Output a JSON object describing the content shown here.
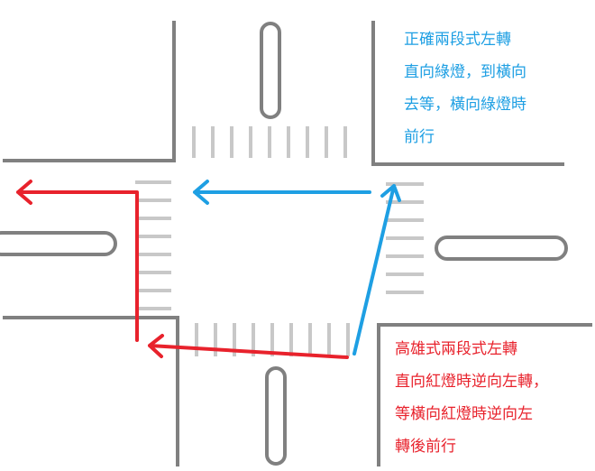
{
  "colors": {
    "road": "#808080",
    "crosswalk": "#c8c8c8",
    "correct": "#1e9fe3",
    "kaohsiung": "#e8222c"
  },
  "notes": {
    "correct": {
      "lines": [
        "正確兩段式左轉",
        "直向綠燈，到橫向",
        "去等，橫向綠燈時",
        "前行"
      ]
    },
    "kaohsiung": {
      "lines": [
        "高雄式兩段式左轉",
        "直向紅燈時逆向左轉，",
        "等橫向紅燈時逆向左",
        "轉後前行"
      ]
    }
  }
}
